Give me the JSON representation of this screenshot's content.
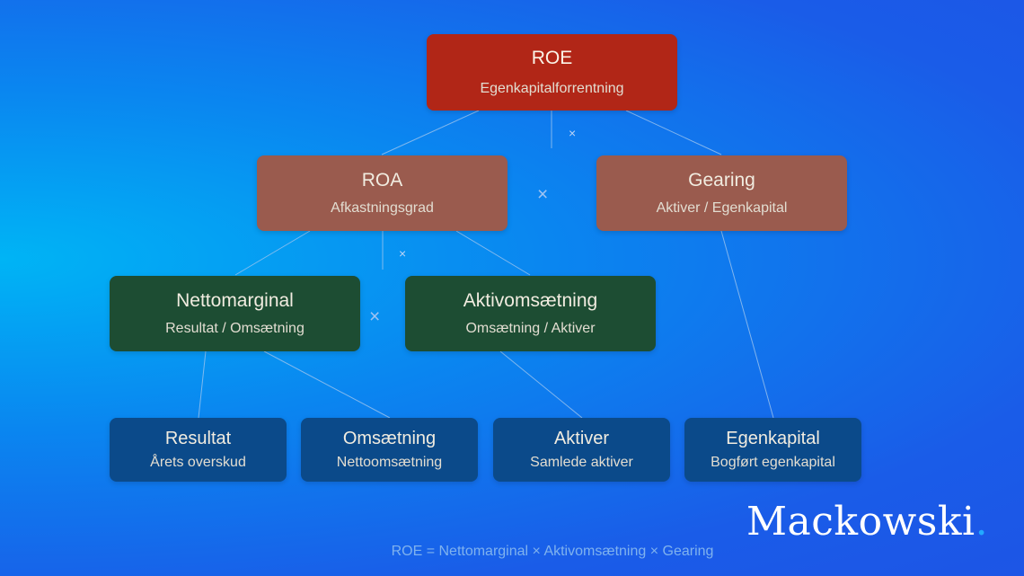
{
  "nodes": {
    "roe": {
      "title": "ROE",
      "subtitle": "Egenkapitalforrentning"
    },
    "roa": {
      "title": "ROA",
      "subtitle": "Afkastningsgrad"
    },
    "gearing": {
      "title": "Gearing",
      "subtitle": "Aktiver / Egenkapital"
    },
    "nettomarginal": {
      "title": "Nettomarginal",
      "subtitle": "Resultat / Omsætning"
    },
    "aktivomsaetning": {
      "title": "Aktivomsætning",
      "subtitle": "Omsætning / Aktiver"
    },
    "resultat": {
      "title": "Resultat",
      "subtitle": "Årets overskud"
    },
    "omsaetning": {
      "title": "Omsætning",
      "subtitle": "Nettoomsætning"
    },
    "aktiver": {
      "title": "Aktiver",
      "subtitle": "Samlede aktiver"
    },
    "egenkapital": {
      "title": "Egenkapital",
      "subtitle": "Bogført egenkapital"
    }
  },
  "operators": {
    "multiply": "×"
  },
  "formula": "ROE = Nettomarginal × Aktivomsætning × Gearing",
  "logo": {
    "name": "Mackowski",
    "dot": "."
  },
  "colors": {
    "level1": "#b12617",
    "level2": "#9a5b4e",
    "level3": "#1d4d33",
    "level4": "#0b4a8a",
    "connector": "#9ec4ee"
  }
}
